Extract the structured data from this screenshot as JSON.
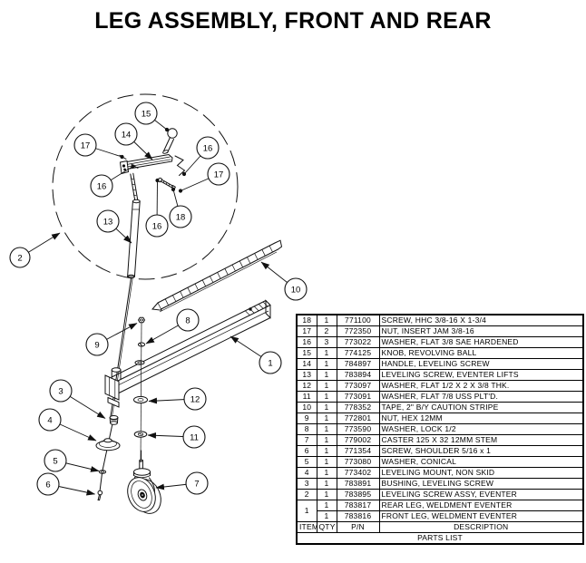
{
  "title": "LEG ASSEMBLY, FRONT AND REAR",
  "diagram": {
    "balloons": [
      "15",
      "14",
      "17",
      "16",
      "17",
      "16",
      "13",
      "16",
      "18",
      "2",
      "10",
      "8",
      "9",
      "1",
      "3",
      "12",
      "4",
      "11",
      "5",
      "7",
      "6"
    ]
  },
  "parts_table": {
    "headers": {
      "item": "ITEM",
      "qty": "QTY",
      "pn": "P/N",
      "description": "DESCRIPTION"
    },
    "footer": "PARTS LIST",
    "rows": [
      {
        "item": "18",
        "qty": "1",
        "pn": "771100",
        "description": "SCREW, HHC 3/8-16 X 1-3/4"
      },
      {
        "item": "17",
        "qty": "2",
        "pn": "772350",
        "description": "NUT, INSERT JAM 3/8-16"
      },
      {
        "item": "16",
        "qty": "3",
        "pn": "773022",
        "description": "WASHER, FLAT 3/8 SAE HARDENED"
      },
      {
        "item": "15",
        "qty": "1",
        "pn": "774125",
        "description": "KNOB, REVOLVING BALL"
      },
      {
        "item": "14",
        "qty": "1",
        "pn": "784897",
        "description": "HANDLE, LEVELING SCREW"
      },
      {
        "item": "13",
        "qty": "1",
        "pn": "783894",
        "description": "LEVELING SCREW, EVENTER LIFTS"
      },
      {
        "item": "12",
        "qty": "1",
        "pn": "773097",
        "description": "WASHER, FLAT 1/2 X 2 X 3/8 THK."
      },
      {
        "item": "11",
        "qty": "1",
        "pn": "773091",
        "description": "WASHER, FLAT 7/8 USS PLT'D."
      },
      {
        "item": "10",
        "qty": "1",
        "pn": "778352",
        "description": "TAPE, 2\" B/Y CAUTION STRIPE"
      },
      {
        "item": "9",
        "qty": "1",
        "pn": "772801",
        "description": "NUT, HEX 12MM"
      },
      {
        "item": "8",
        "qty": "1",
        "pn": "773590",
        "description": "WASHER, LOCK 1/2"
      },
      {
        "item": "7",
        "qty": "1",
        "pn": "779002",
        "description": "CASTER 125 X 32 12MM STEM"
      },
      {
        "item": "6",
        "qty": "1",
        "pn": "771354",
        "description": "SCREW, SHOULDER 5/16 x 1"
      },
      {
        "item": "5",
        "qty": "1",
        "pn": "773080",
        "description": "WASHER, CONICAL"
      },
      {
        "item": "4",
        "qty": "1",
        "pn": "773402",
        "description": "LEVELING MOUNT, NON SKID"
      },
      {
        "item": "3",
        "qty": "1",
        "pn": "783891",
        "description": "BUSHING, LEVELING SCREW"
      },
      {
        "item": "2",
        "qty": "1",
        "pn": "783895",
        "description": "LEVELING SCREW ASSY, EVENTER"
      },
      {
        "item": "1",
        "item_rowspan": 2,
        "qty": "1",
        "pn": "783817",
        "description": "REAR LEG, WELDMENT EVENTER"
      },
      {
        "item": null,
        "qty": "1",
        "pn": "783816",
        "description": "FRONT LEG, WELDMENT EVENTER"
      }
    ]
  }
}
